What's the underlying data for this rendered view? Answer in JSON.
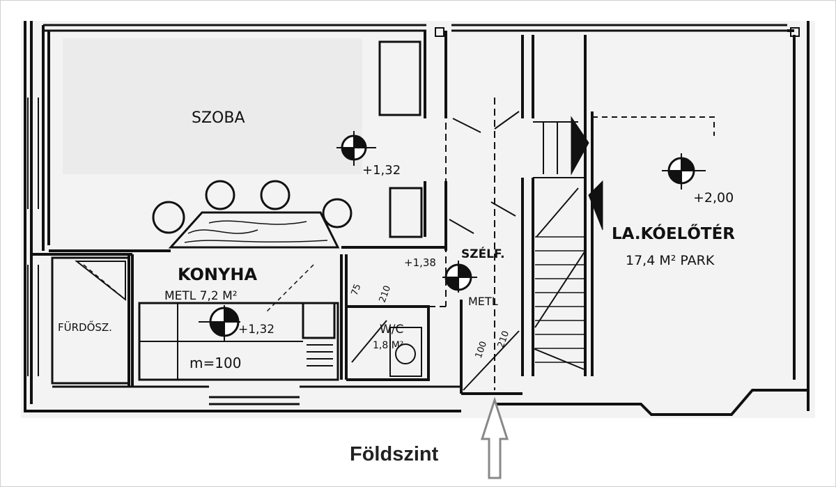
{
  "plan": {
    "rooms": {
      "szoba": {
        "name": "SZOBA",
        "level": "+1,32"
      },
      "konyha": {
        "name": "KONYHA",
        "area": "METL 7,2 M²",
        "level": "+1,32",
        "counter": "m=100"
      },
      "furdo": {
        "name": "FÜRDŐSZ."
      },
      "wc": {
        "name": "W/C",
        "area": "1,8 M²",
        "door_w": "75",
        "door_h": "210"
      },
      "hall": {
        "name": "SZÉLF.",
        "level": "+1,38",
        "floor": "METL",
        "door_w": "100",
        "door_h": "210"
      },
      "living": {
        "name": "LA.KÓELŐTÉR",
        "area": "17,4 M² PARK",
        "level": "+2,00"
      }
    }
  },
  "caption": "Földszint",
  "colors": {
    "ink": "#111111",
    "paper": "#f4f4f4"
  }
}
